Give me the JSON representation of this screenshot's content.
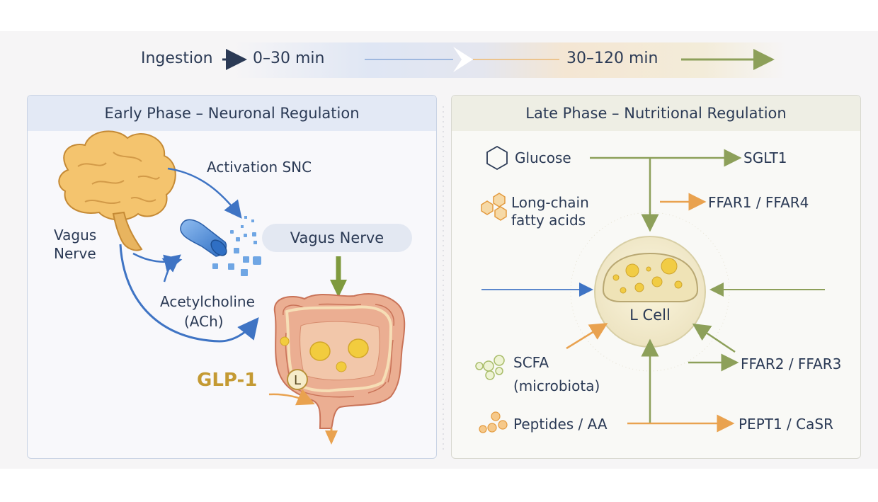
{
  "timeline": {
    "ingestion": "Ingestion",
    "early_range": "0–30 min",
    "late_range": "30–120 min"
  },
  "early_phase": {
    "title": "Early Phase – Neuronal Regulation",
    "activation_label": "Activation SNC",
    "vagus_nerve_side": [
      "Vagus",
      "Nerve"
    ],
    "vagus_nerve_pill": "Vagus Nerve",
    "acetylcholine": [
      "Acetylcholine",
      "(ACh)"
    ],
    "glp1": "GLP-1",
    "l_badge": "L"
  },
  "late_phase": {
    "title": "Late Phase – Nutritional Regulation",
    "glucose": "Glucose",
    "sglt1": "SGLT1",
    "long_chain": [
      "Long-chain",
      "fatty acids"
    ],
    "ffar14": "FFAR1 / FFAR4",
    "l_cell": "L Cell",
    "scfa": [
      "SCFA",
      "(microbiota)"
    ],
    "ffar23": "FFAR2 / FFAR3",
    "peptides": "Peptides / AA",
    "pept1": "PEPT1 / CaSR"
  },
  "colors": {
    "navy": "#2b3a55",
    "blue_arrow": "#3f74c4",
    "green_arrow": "#8da05a",
    "orange_arrow": "#e9a24f",
    "gold": "#c49a33"
  }
}
